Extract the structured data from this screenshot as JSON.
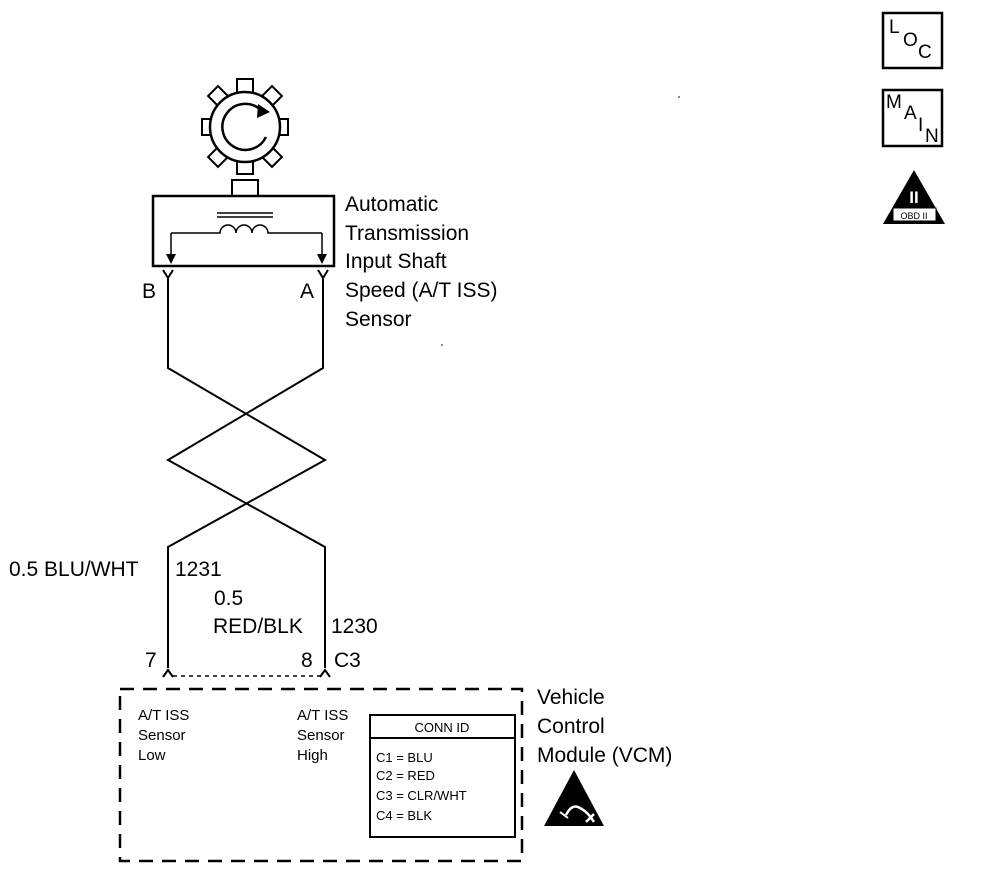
{
  "nav": {
    "loc": {
      "letters": [
        "L",
        "O",
        "C"
      ]
    },
    "main": {
      "letters": [
        "M",
        "A",
        "I",
        "N"
      ]
    },
    "obd": {
      "roman": "II",
      "label": "OBD II"
    }
  },
  "sensor": {
    "name_lines": [
      "Automatic",
      "Transmission",
      "Input Shaft",
      "Speed (A/T ISS)",
      "Sensor"
    ],
    "terminal_b": "B",
    "terminal_a": "A"
  },
  "wires": {
    "left": {
      "gauge_color": "0.5 BLU/WHT",
      "circuit": "1231"
    },
    "right": {
      "gauge": "0.5",
      "color": "RED/BLK",
      "circuit": "1230"
    },
    "pin_left": "7",
    "pin_right": "8",
    "connector": "C3"
  },
  "module": {
    "name_lines": [
      "Vehicle",
      "Control",
      "Module (VCM)"
    ],
    "input_low_lines": [
      "A/T ISS",
      "Sensor",
      "Low"
    ],
    "input_high_lines": [
      "A/T ISS",
      "Sensor",
      "High"
    ],
    "conn_id": {
      "title": "CONN ID",
      "rows": [
        "C1 = BLU",
        "C2 = RED",
        "C3 = CLR/WHT",
        "C4 = BLK"
      ]
    }
  }
}
